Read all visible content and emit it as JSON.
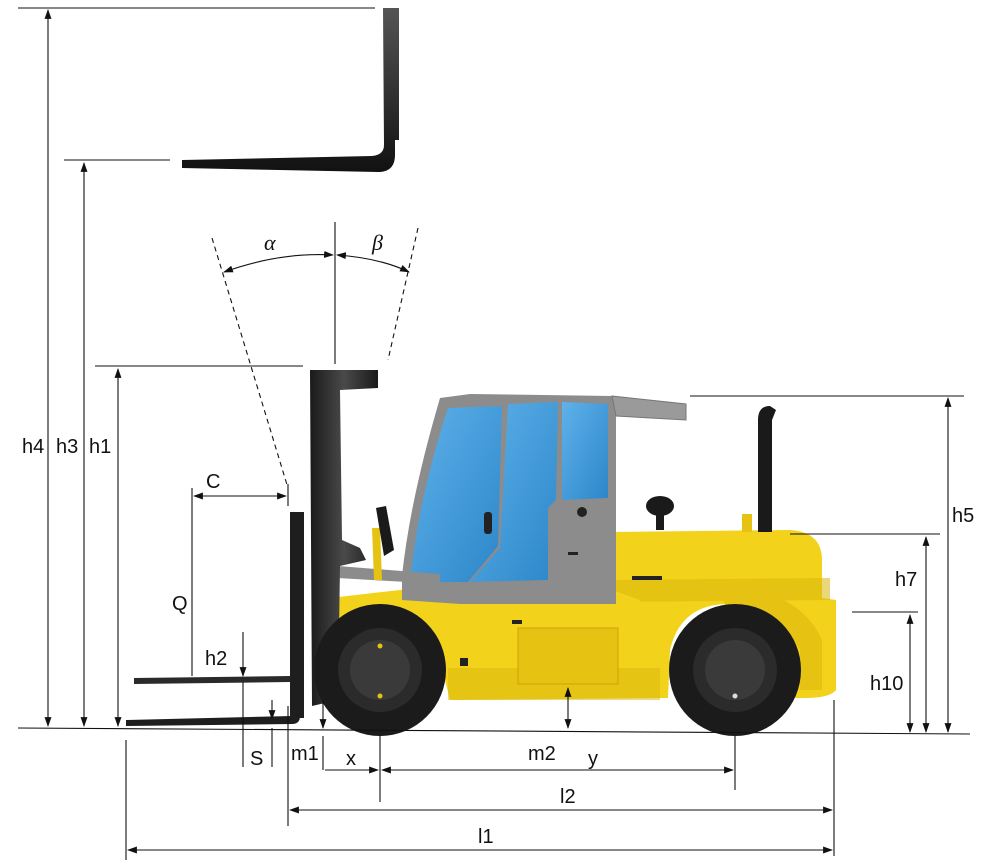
{
  "labels": {
    "h4": "h4",
    "h3": "h3",
    "h1": "h1",
    "h2": "h2",
    "h5": "h5",
    "h7": "h7",
    "h10": "h10",
    "C": "C",
    "Q": "Q",
    "S": "S",
    "m1": "m1",
    "m2": "m2",
    "x": "x",
    "y": "y",
    "l1": "l1",
    "l2": "l2",
    "alpha": "α",
    "beta": "β"
  },
  "colors": {
    "body_yellow": "#f2d21a",
    "body_shadow": "#d8b60c",
    "cab_blue": "#3a98d8",
    "cab_frame": "#8c8c8c",
    "mast_black": "#2a2a2a",
    "tire": "#1b1b1b"
  }
}
